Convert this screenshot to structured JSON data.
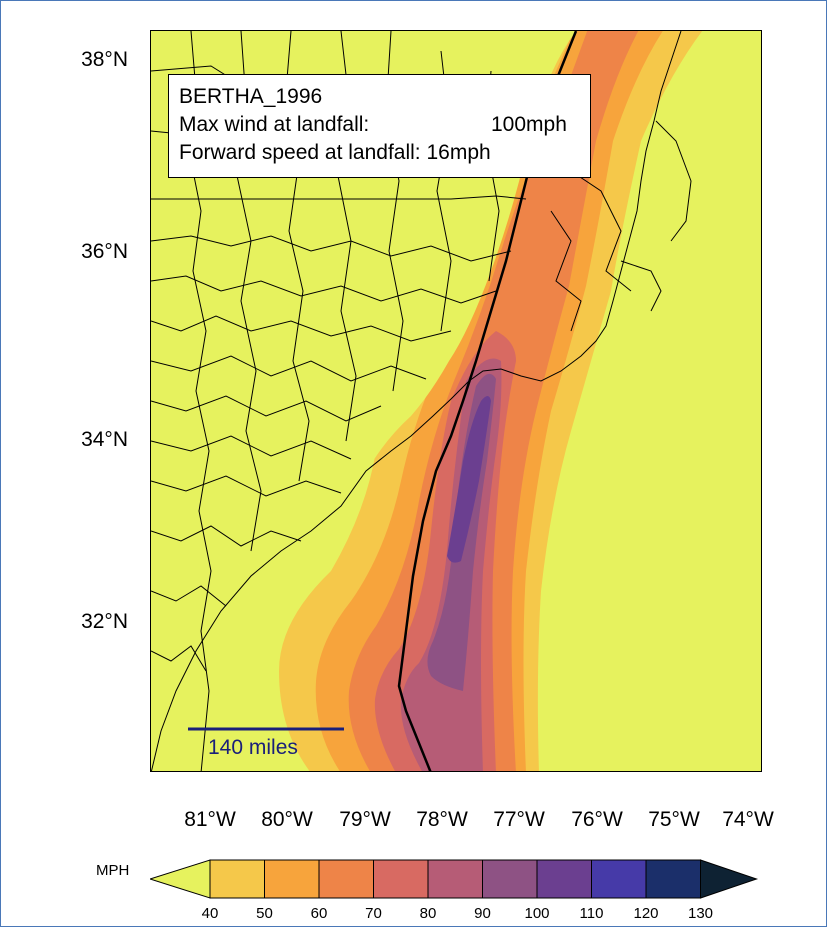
{
  "storm": {
    "name": "BERTHA_1996",
    "max_wind_label": "Max wind at landfall:",
    "max_wind_value": "100mph",
    "forward_speed_label": "Forward speed at landfall:",
    "forward_speed_value": "16mph"
  },
  "latitude_labels": [
    "38°N",
    "36°N",
    "34°N",
    "32°N"
  ],
  "longitude_labels": [
    "81°W",
    "80°W",
    "79°W",
    "78°W",
    "77°W",
    "76°W",
    "75°W",
    "74°W"
  ],
  "scale_bar": {
    "label": "140 miles",
    "color": "#1a1f7a"
  },
  "colorbar": {
    "title": "MPH",
    "ticks": [
      "40",
      "50",
      "60",
      "70",
      "80",
      "90",
      "100",
      "110",
      "120",
      "130"
    ],
    "colors": [
      "#e6f25e",
      "#f5c84a",
      "#f7a43c",
      "#ee8448",
      "#d86a62",
      "#b65c76",
      "#8e5284",
      "#6b3f90",
      "#463aa8",
      "#1b2f6a",
      "#0e2233"
    ]
  },
  "colors": {
    "land_background": "#e6f25e",
    "county_lines": "#000000",
    "track_line": "#000000",
    "frame_border": "#4a78b8"
  }
}
